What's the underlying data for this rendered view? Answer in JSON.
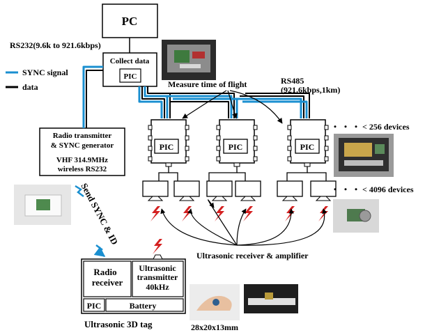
{
  "pc": {
    "label": "PC"
  },
  "rs232": {
    "label": "RS232(9.6k to 921.6kbps)"
  },
  "collect": {
    "title": "Collect data",
    "pic": "PIC"
  },
  "legend": {
    "sync": "SYNC signal",
    "data": "data",
    "sync_color": "#1a8fd0",
    "data_color": "#000000"
  },
  "measure": {
    "label": "Measure time of flight"
  },
  "rs485": {
    "line1": "RS485",
    "line2": "(921.6kbps,1km)"
  },
  "nodes": [
    {
      "pic": "PIC"
    },
    {
      "pic": "PIC"
    },
    {
      "pic": "PIC"
    }
  ],
  "devices": {
    "row1": "・ ・ ・ < 256 devices",
    "row2": "・ ・ ・ < 4096 devices"
  },
  "radio": {
    "line1": "Radio transmitter",
    "line2": "& SYNC generator",
    "line3": "VHF 314.9MHz",
    "line4": "wireless RS232"
  },
  "send": {
    "label": "Send SYNC & ID"
  },
  "receiver": {
    "label": "Ultrasonic receiver & amplifier"
  },
  "tag": {
    "radio_line1": "Radio",
    "radio_line2": "receiver",
    "us_line1": "Ultrasonic",
    "us_line2": "transmitter",
    "us_line3": "40kHz",
    "pic": "PIC",
    "battery": "Battery",
    "caption": "Ultrasonic 3D tag"
  },
  "size": {
    "label": "28x20x13mm"
  },
  "colors": {
    "lightning": "#d42020",
    "photo_dark": "#3a3a3a"
  },
  "icons": {
    "lightning": "lightning-bolt-icon",
    "transducer": "ultrasonic-transducer-icon"
  }
}
